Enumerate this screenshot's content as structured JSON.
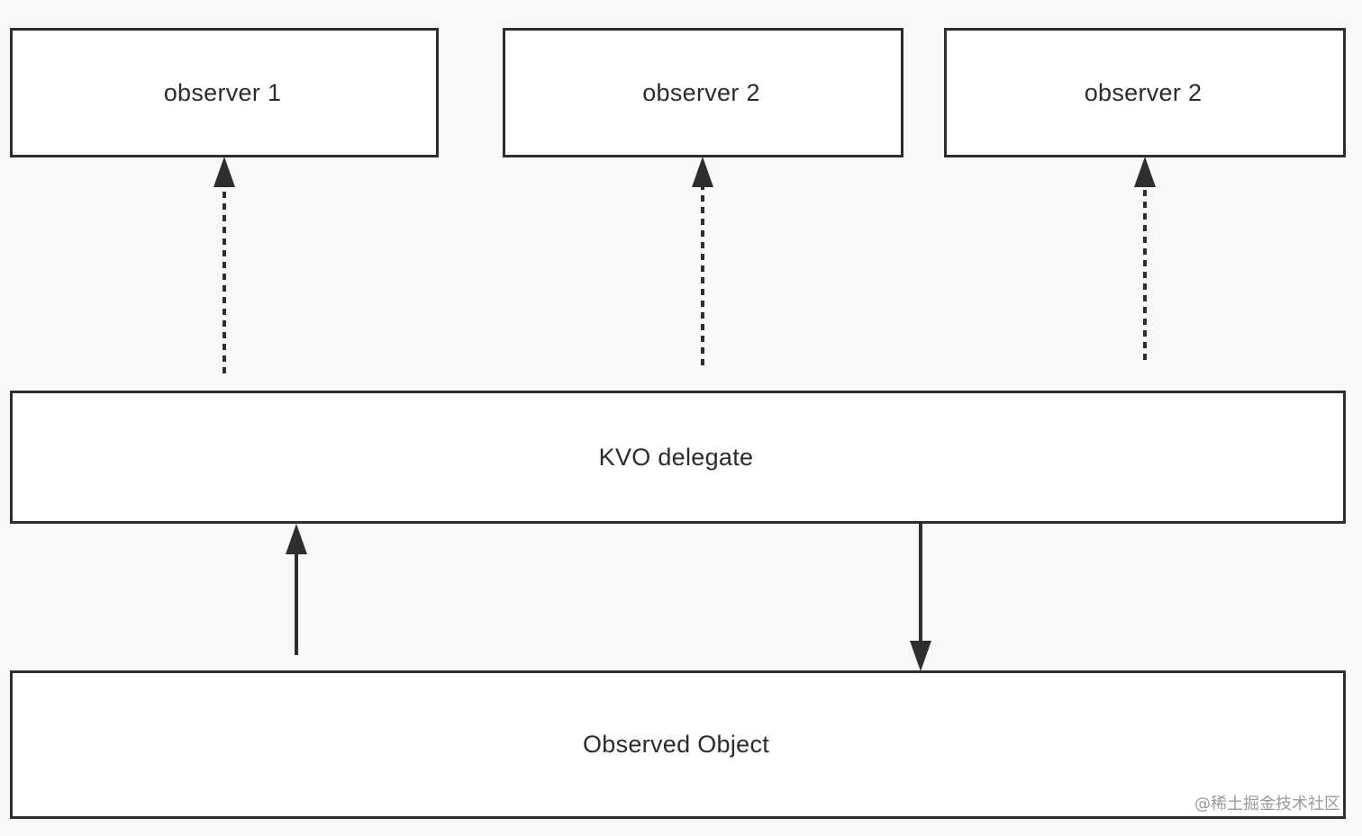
{
  "nodes": {
    "observer_1": "observer 1",
    "observer_2": "observer 2",
    "observer_3": "observer 2",
    "kvo_delegate": "KVO delegate",
    "observed_object": "Observed Object"
  },
  "edges": [
    {
      "from": "kvo_delegate",
      "to": "observer_1",
      "style": "dotted"
    },
    {
      "from": "kvo_delegate",
      "to": "observer_2",
      "style": "dotted"
    },
    {
      "from": "kvo_delegate",
      "to": "observer_3",
      "style": "dotted"
    },
    {
      "from": "observed_object",
      "to": "kvo_delegate",
      "style": "solid"
    },
    {
      "from": "kvo_delegate",
      "to": "observed_object",
      "style": "solid"
    }
  ],
  "watermark": "@稀土掘金技术社区",
  "colors": {
    "background": "#f8f8f8",
    "box_fill": "#ffffff",
    "stroke": "#2e2e2e",
    "text": "#2b2b2b",
    "watermark": "#9a9a9a"
  }
}
